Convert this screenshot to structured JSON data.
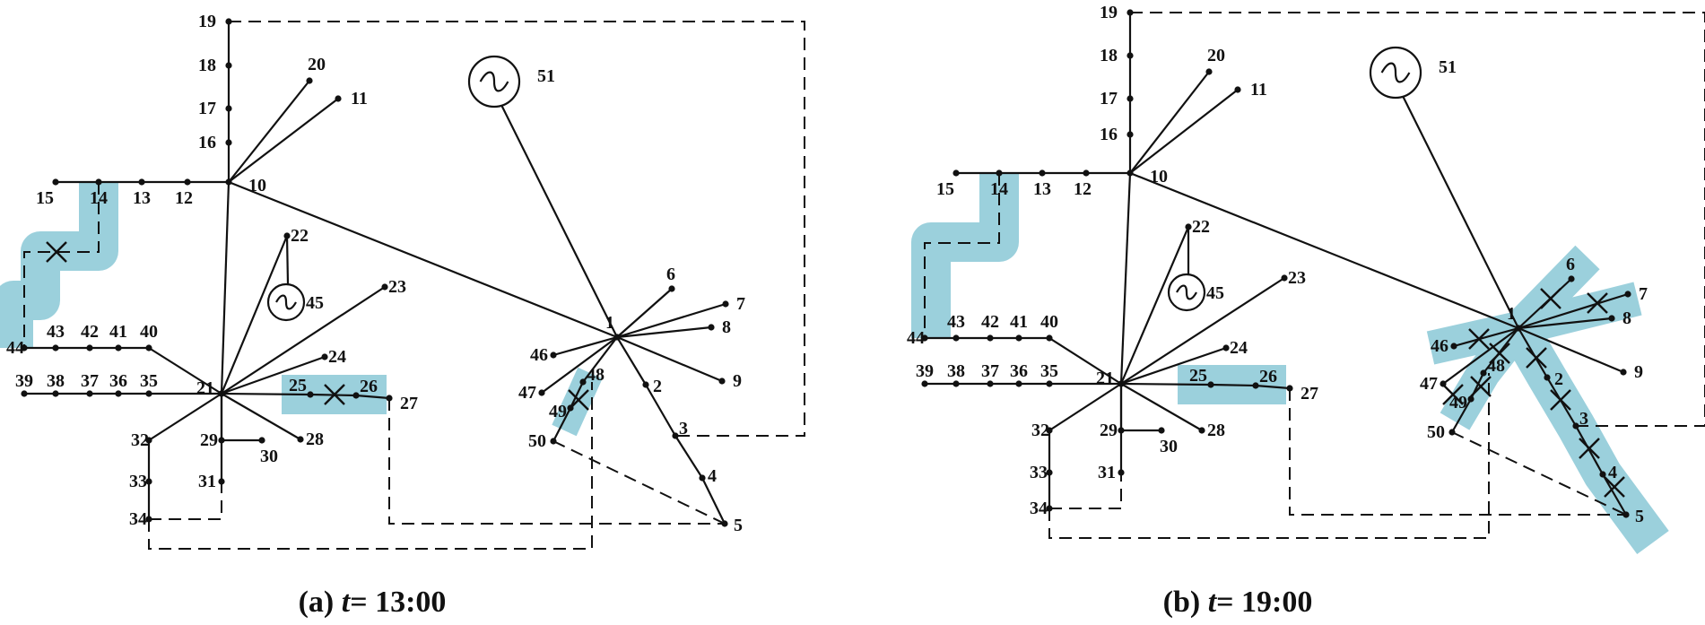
{
  "highlight_color": "#9bd0dc",
  "line_color": "#111111",
  "panels": [
    {
      "caption_letter": "(a)",
      "caption_var": "t",
      "caption_time": "= 13:00",
      "generator_labels": [
        "51",
        "45"
      ],
      "node_labels": [
        "1",
        "2",
        "3",
        "4",
        "5",
        "6",
        "7",
        "8",
        "9",
        "10",
        "11",
        "12",
        "13",
        "14",
        "15",
        "16",
        "17",
        "18",
        "19",
        "20",
        "21",
        "22",
        "23",
        "24",
        "25",
        "26",
        "27",
        "28",
        "29",
        "30",
        "31",
        "32",
        "33",
        "34",
        "35",
        "36",
        "37",
        "38",
        "39",
        "40",
        "41",
        "42",
        "43",
        "44",
        "46",
        "47",
        "48",
        "49",
        "50"
      ],
      "faulted_branches": [
        "14-44",
        "25-26",
        "48-49"
      ]
    },
    {
      "caption_letter": "(b)",
      "caption_var": "t",
      "caption_time": "= 19:00",
      "generator_labels": [
        "51",
        "45"
      ],
      "node_labels": [
        "1",
        "2",
        "3",
        "4",
        "5",
        "6",
        "7",
        "8",
        "9",
        "10",
        "11",
        "12",
        "13",
        "14",
        "15",
        "16",
        "17",
        "18",
        "19",
        "20",
        "21",
        "22",
        "23",
        "24",
        "25",
        "26",
        "27",
        "28",
        "29",
        "30",
        "31",
        "32",
        "33",
        "34",
        "35",
        "36",
        "37",
        "38",
        "39",
        "40",
        "41",
        "42",
        "43",
        "44",
        "46",
        "47",
        "48",
        "49",
        "50"
      ],
      "faulted_branches": [
        "14-44",
        "25-26",
        "1-6",
        "1-7",
        "1-46",
        "1-48",
        "48-49",
        "1-2",
        "2-3",
        "3-4",
        "4-5"
      ]
    }
  ]
}
